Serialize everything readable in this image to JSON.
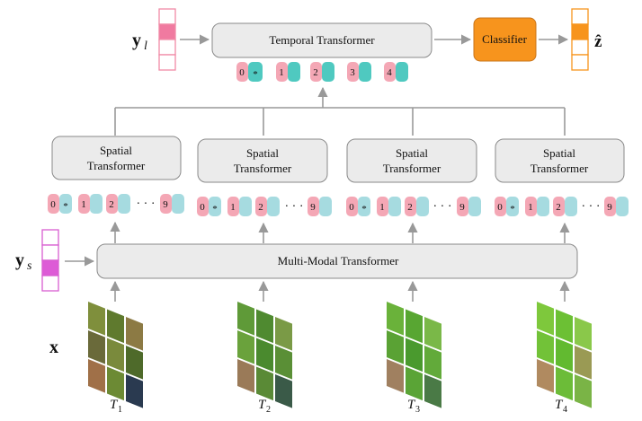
{
  "boxes": {
    "temporal": "Temporal Transformer",
    "classifier": "Classifier",
    "spatial_line1": "Spatial",
    "spatial_line2": "Transformer",
    "multimodal": "Multi-Modal Transformer"
  },
  "symbols": {
    "yl_main": "y",
    "yl_sub": "l",
    "ys_main": "y",
    "ys_sub": "s",
    "z_hat": "ẑ",
    "x": "x"
  },
  "temporal_tokens": [
    "0",
    "*",
    "1",
    "2",
    "3",
    "4"
  ],
  "spatial_tokens": [
    "0",
    "*",
    "1",
    "2",
    "9"
  ],
  "ellipsis": "· · ·",
  "time_labels": [
    {
      "main": "T",
      "sub": "1"
    },
    {
      "main": "T",
      "sub": "2"
    },
    {
      "main": "T",
      "sub": "3"
    },
    {
      "main": "T",
      "sub": "4"
    }
  ],
  "colors": {
    "pink_token": "#f4a7b5",
    "teal_token": "#4fc9c0",
    "light_cyan_token": "#a6dbe0",
    "pink_vector_fill": "#f07aa0",
    "pink_vector_stroke": "#f08aa6",
    "magenta_vector_fill": "#dd5bd6",
    "magenta_vector_stroke": "#d85ed1",
    "orange_vector_fill": "#f7941d",
    "orange_vector_stroke": "#f7941d",
    "box_fill": "#ebebeb",
    "box_stroke": "#8a8a8a",
    "classifier_fill": "#f7941d",
    "arrow": "#999999"
  }
}
